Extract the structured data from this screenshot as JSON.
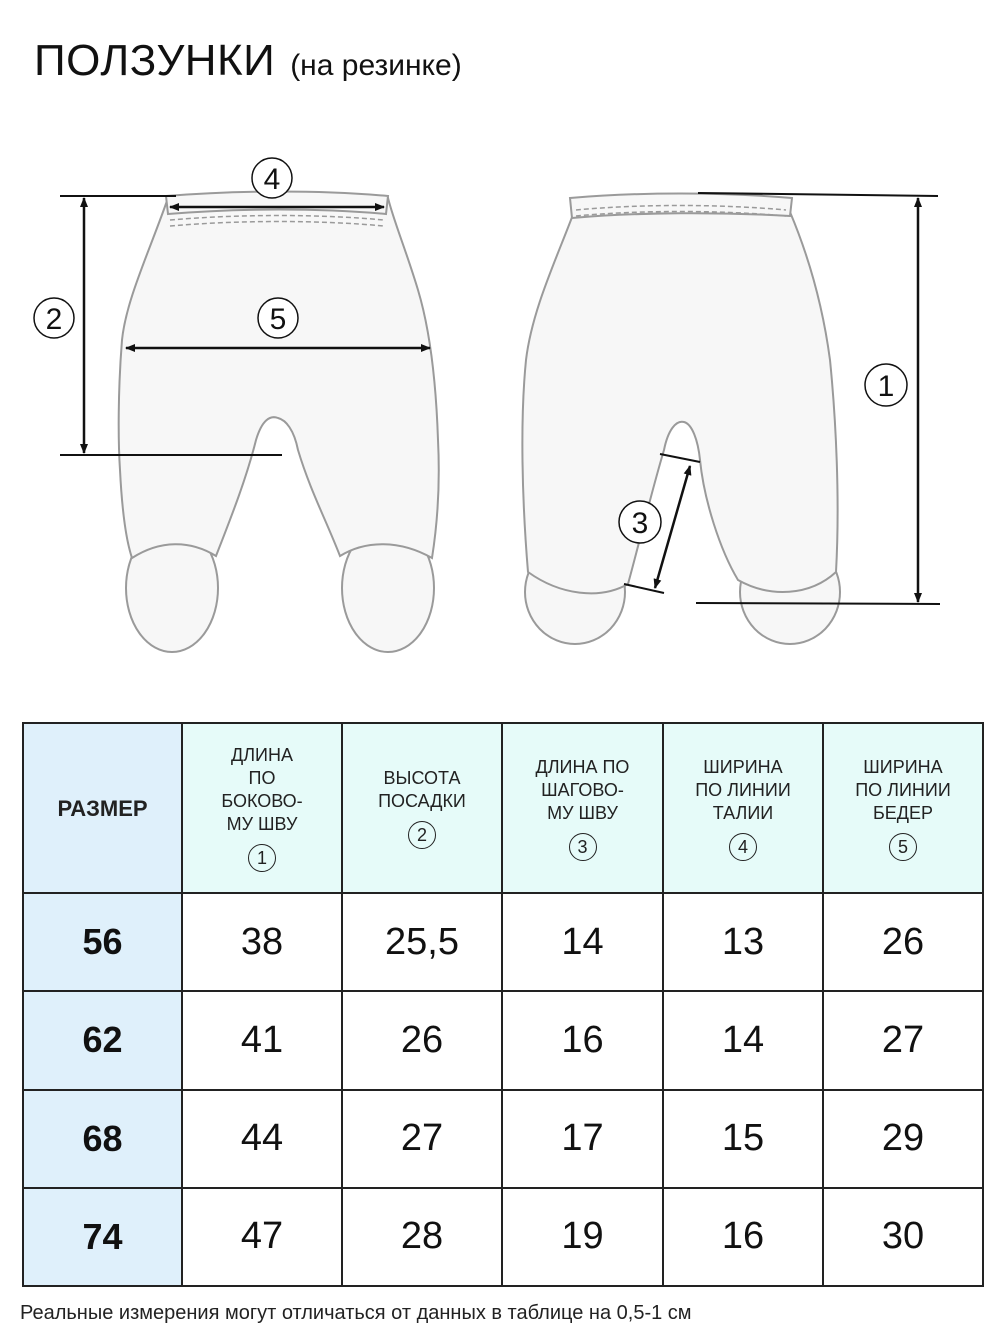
{
  "title": {
    "main": "ПОЛЗУНКИ",
    "sub": "(на резинке)"
  },
  "diagram": {
    "markers": {
      "m1": "1",
      "m2": "2",
      "m3": "3",
      "m4": "4",
      "m5": "5"
    }
  },
  "table": {
    "size_header": "РАЗМЕР",
    "columns": [
      {
        "label": "ДЛИНА\nПО\nБОКОВО-\nМУ ШВУ",
        "num": "1"
      },
      {
        "label": "ВЫСОТА\nПОСАДКИ",
        "num": "2"
      },
      {
        "label": "ДЛИНА ПО\nШАГОВО-\nМУ ШВУ",
        "num": "3"
      },
      {
        "label": "ШИРИНА\nПО ЛИНИИ\nТАЛИИ",
        "num": "4"
      },
      {
        "label": "ШИРИНА\nПО ЛИНИИ\nБЕДЕР",
        "num": "5"
      }
    ],
    "rows": [
      {
        "size": "56",
        "values": [
          "38",
          "25,5",
          "14",
          "13",
          "26"
        ]
      },
      {
        "size": "62",
        "values": [
          "41",
          "26",
          "16",
          "14",
          "27"
        ]
      },
      {
        "size": "68",
        "values": [
          "44",
          "27",
          "17",
          "15",
          "29"
        ]
      },
      {
        "size": "74",
        "values": [
          "47",
          "28",
          "19",
          "16",
          "30"
        ]
      }
    ]
  },
  "footnote": "Реальные измерения могут отличаться от данных в таблице на 0,5-1 см"
}
